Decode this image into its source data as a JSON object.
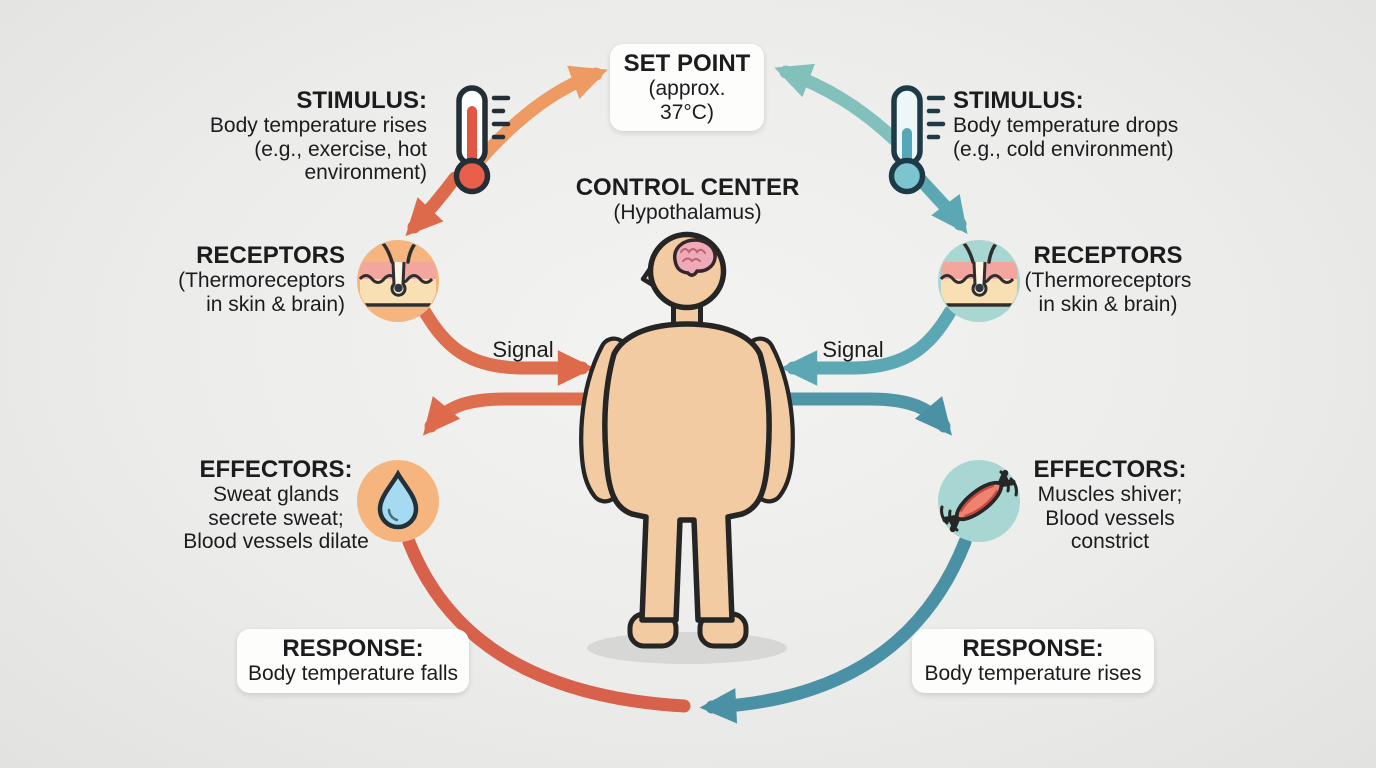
{
  "set_point": {
    "title": "SET POINT",
    "subtitle": "(approx. 37°C)"
  },
  "control_center": {
    "title": "CONTROL CENTER",
    "subtitle": "(Hypothalamus)"
  },
  "hot_loop": {
    "stimulus_title": "STIMULUS:",
    "stimulus_lines": [
      "Body temperature rises",
      "(e.g., exercise, hot",
      "environment)"
    ],
    "receptors_title": "RECEPTORS",
    "receptors_lines": [
      "(Thermoreceptors",
      "in skin & brain)"
    ],
    "signal_label": "Signal",
    "effectors_title": "EFFECTORS:",
    "effectors_lines": [
      "Sweat glands",
      "secrete sweat;",
      "Blood vessels dilate"
    ],
    "response_title": "RESPONSE:",
    "response_text": "Body temperature falls",
    "arrow_color": "#dd6a4a",
    "arrow_color_light": "#ed9a63",
    "icon_circle_color": "#f6b57e"
  },
  "cold_loop": {
    "stimulus_title": "STIMULUS:",
    "stimulus_lines": [
      "Body temperature drops",
      "(e.g., cold environment)"
    ],
    "receptors_title": "RECEPTORS",
    "receptors_lines": [
      "(Thermoreceptors",
      "in skin & brain)"
    ],
    "signal_label": "Signal",
    "effectors_title": "EFFECTORS:",
    "effectors_lines": [
      "Muscles shiver;",
      "Blood vessels",
      "constrict"
    ],
    "response_title": "RESPONSE:",
    "response_text": "Body temperature rises",
    "arrow_color": "#4f96a9",
    "arrow_color_light": "#82c0bc",
    "icon_circle_color": "#a8d6d2"
  },
  "icons": {
    "hot_thermometer": "thermometer-hot-icon",
    "cold_thermometer": "thermometer-cold-icon",
    "skin_receptor": "skin-receptor-icon",
    "sweat_drop": "sweat-drop-icon",
    "muscle": "muscle-shiver-icon",
    "human_body": "human-body-figure",
    "brain": "brain-icon"
  },
  "colors": {
    "background": "#ececea",
    "text": "#1c1c1e",
    "skin": "#f3cba2",
    "outline": "#272727",
    "brain_pink": "#eeaab6",
    "drop_blue": "#a6daf0",
    "muscle_red": "#ee8371"
  }
}
